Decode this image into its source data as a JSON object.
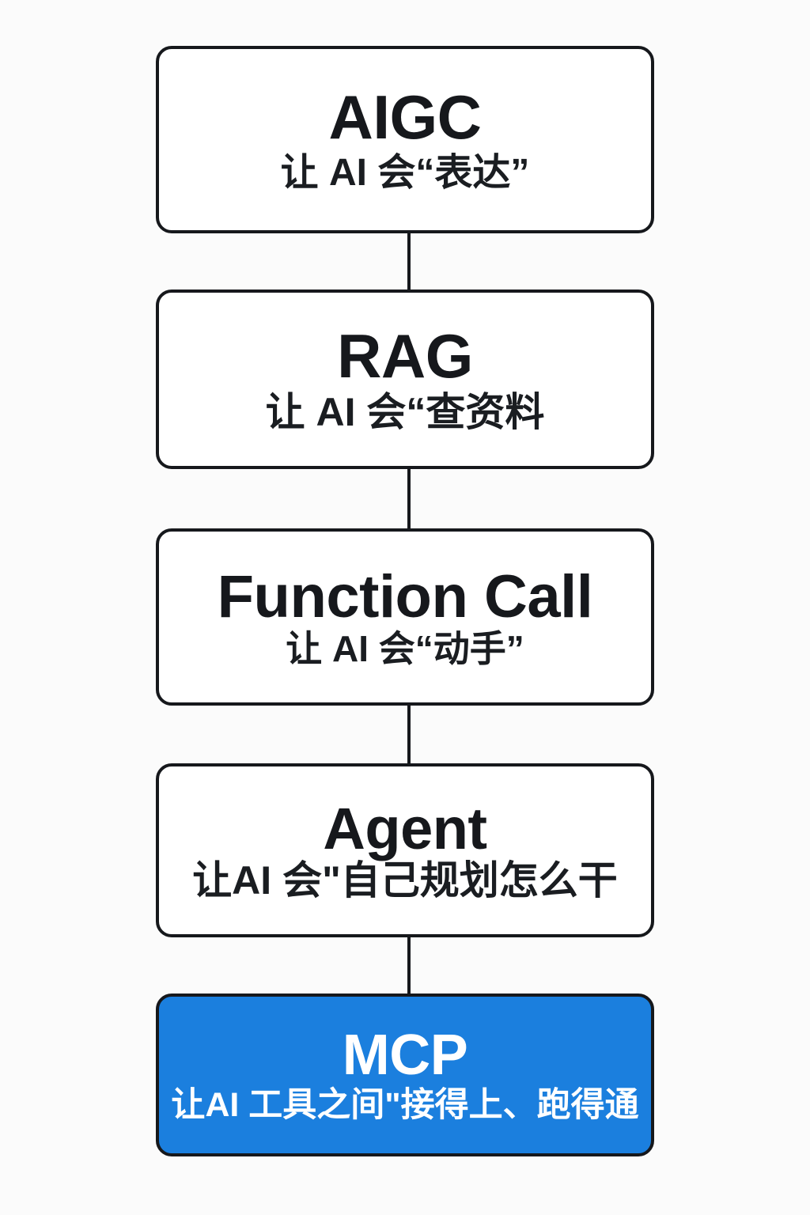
{
  "diagram": {
    "type": "vertical-flow",
    "background_color": "#fbfbfb",
    "border_color": "#16181c",
    "highlight_color": "#1b7fde",
    "nodes": [
      {
        "id": "aigc",
        "title": "AIGC",
        "subtitle": "让 AI 会“表达”",
        "highlighted": false
      },
      {
        "id": "rag",
        "title": "RAG",
        "subtitle": "让 AI 会“查资料",
        "highlighted": false
      },
      {
        "id": "function-call",
        "title": "Function Call",
        "subtitle": "让 AI 会“动手”",
        "highlighted": false
      },
      {
        "id": "agent",
        "title": "Agent",
        "subtitle": "让AI 会\"自己规划怎么干",
        "highlighted": false
      },
      {
        "id": "mcp",
        "title": "MCP",
        "subtitle": "让AI 工具之间\"接得上、跑得通",
        "highlighted": true
      }
    ],
    "connectors": [
      {
        "from": "aigc",
        "to": "rag"
      },
      {
        "from": "rag",
        "to": "function-call"
      },
      {
        "from": "function-call",
        "to": "agent"
      },
      {
        "from": "agent",
        "to": "mcp"
      }
    ]
  }
}
